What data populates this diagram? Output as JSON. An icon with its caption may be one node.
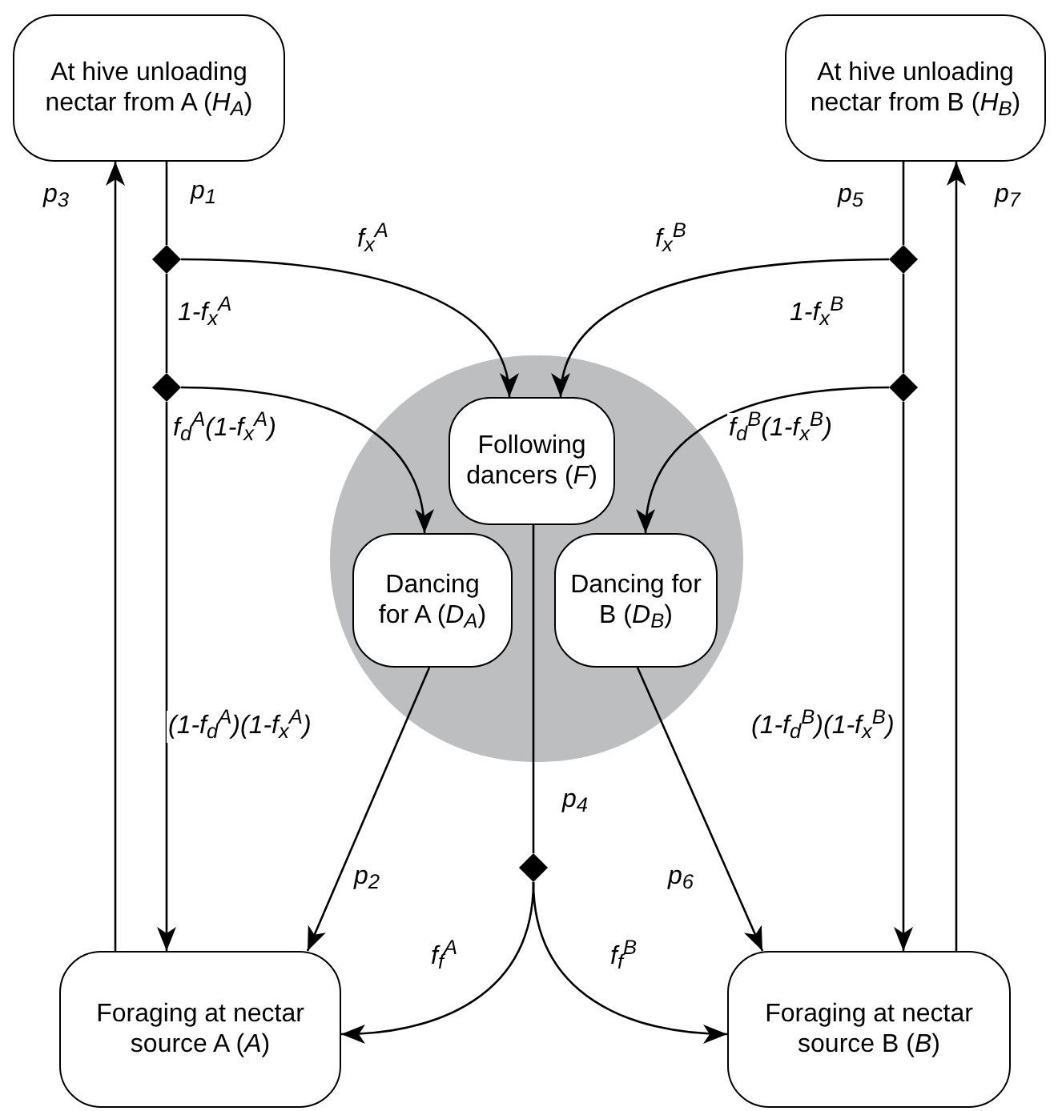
{
  "diagram": {
    "nodes": [
      {
        "text": [
          "At hive unloading nectar from A (*H*$_{A}$)"
        ]
      },
      {
        "text": [
          "At hive unloading nectar from B (*H*$_{B}$)"
        ]
      },
      {
        "text": [],
        "shape": "circle"
      },
      {
        "text": [
          "Following dancers (*F*)"
        ],
        "in": 2
      },
      {
        "text": [
          "Dancing for A (*D*$_{A}$)"
        ],
        "in": 2
      },
      {
        "text": [
          "Dancing for B (*D*$_{B}$)"
        ],
        "in": 2
      },
      {
        "text": [],
        "shape": "diamond"
      },
      {
        "text": [],
        "shape": "diamond"
      },
      {
        "text": [],
        "shape": "diamond"
      },
      {
        "text": [],
        "shape": "diamond"
      },
      {
        "text": [],
        "shape": "diamond"
      },
      {
        "text": [
          "Foraging at nectar source A (*A*)"
        ]
      },
      {
        "text": [
          "Foraging at nectar source B (*B*)"
        ]
      }
    ],
    "edges": [
      {
        "from": 0,
        "to": 6,
        "arrow": "none",
        "label": "p$_{1}$"
      },
      {
        "from": 6,
        "to": 3,
        "arrow": "to",
        "label": "f$_{x}$$^{A}$"
      },
      {
        "from": 6,
        "to": 7,
        "arrow": "none",
        "label": "1-f$_{x}$$^{A}$"
      },
      {
        "from": 7,
        "to": 4,
        "arrow": "to",
        "label": "f$_{d}$$^{A}$(1-f$_{x}$$^{A}$)"
      },
      {
        "from": 7,
        "to": 11,
        "arrow": "to",
        "label": "(1-f$_{d}$$^{A}$)(1-f$_{x}$$^{A}$)"
      },
      {
        "from": 4,
        "to": 11,
        "arrow": "to",
        "label": "p$_{2}$"
      },
      {
        "from": 11,
        "to": 0,
        "arrow": "to",
        "label": "p$_{3}$"
      },
      {
        "from": 1,
        "to": 8,
        "arrow": "none",
        "label": "p$_{5}$"
      },
      {
        "from": 8,
        "to": 3,
        "arrow": "to",
        "label": "f$_{x}$$^{B}$"
      },
      {
        "from": 8,
        "to": 9,
        "arrow": "none",
        "label": "1-f$_{x}$$^{B}$"
      },
      {
        "from": 9,
        "to": 5,
        "arrow": "to",
        "label": "f$_{d}$$^{B}$(1-f$_{x}$$^{B}$)"
      },
      {
        "from": 9,
        "to": 12,
        "arrow": "to",
        "label": "(1-f$_{d}$$^{B}$)(1-f$_{x}$$^{B}$)"
      },
      {
        "from": 5,
        "to": 12,
        "arrow": "to",
        "label": "p$_{6}$"
      },
      {
        "from": 12,
        "to": 1,
        "arrow": "to",
        "label": "p$_{7}$"
      },
      {
        "from": 3,
        "to": 10,
        "arrow": "none",
        "label": "p$_{4}$"
      },
      {
        "from": 10,
        "to": 11,
        "arrow": "to",
        "label": "f$_{f}$$^{A}$"
      },
      {
        "from": 10,
        "to": 12,
        "arrow": "to",
        "label": "f$_{f}$$^{B}$"
      }
    ]
  }
}
